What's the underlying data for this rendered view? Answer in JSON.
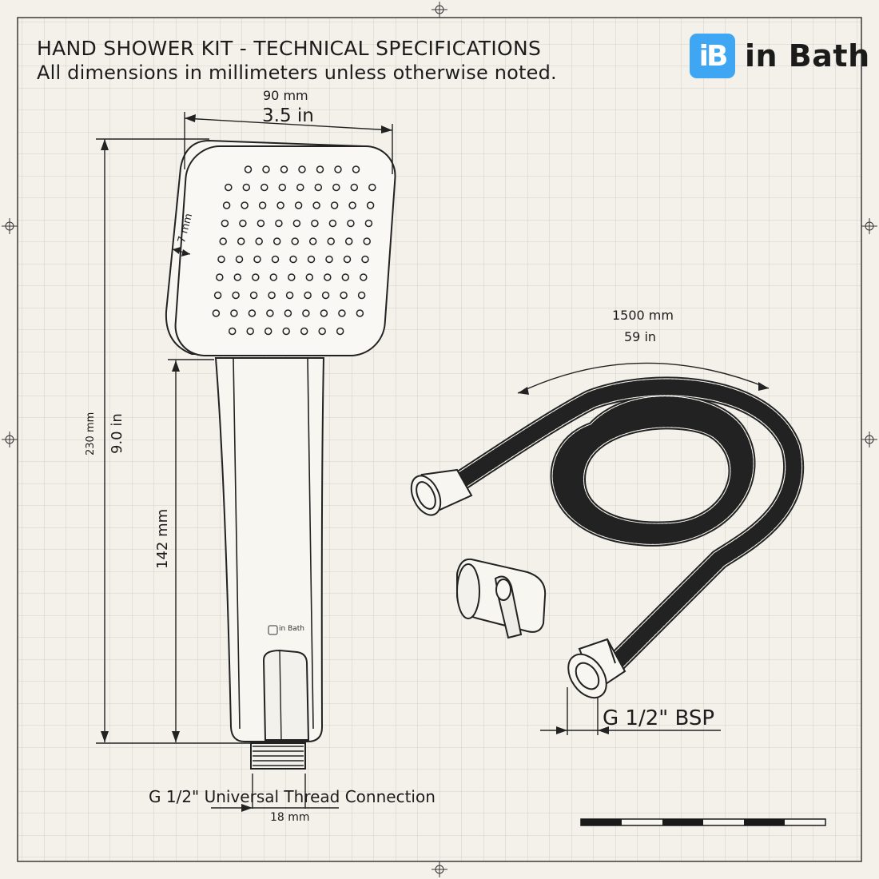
{
  "header": {
    "title": "HAND SHOWER KIT - TECHNICAL SPECIFICATIONS",
    "subtitle": "All dimensions in millimeters unless otherwise noted."
  },
  "logo": {
    "mark": "iB",
    "wordmark": "in Bath",
    "handle_brand": "in Bath",
    "accent_color": "#3ea6f2"
  },
  "dimensions": {
    "head_width_mm": "90 mm",
    "head_width_in": "3.5 in",
    "head_rim_mm": "7 mm",
    "total_length_mm": "230 mm",
    "total_length_in": "9.0 in",
    "handle_length_mm": "142 mm",
    "hose_length_mm": "1500 mm",
    "hose_length_in": "59 in",
    "thread_width_mm": "18 mm"
  },
  "callouts": {
    "hose_thread": "G 1/2\" BSP",
    "handle_thread": "G 1/2\" Universal Thread Connection"
  },
  "icons": [
    "registration-mark-icon",
    "shower-head-icon",
    "hose-icon",
    "wall-bracket-icon",
    "scale-bar-icon"
  ]
}
